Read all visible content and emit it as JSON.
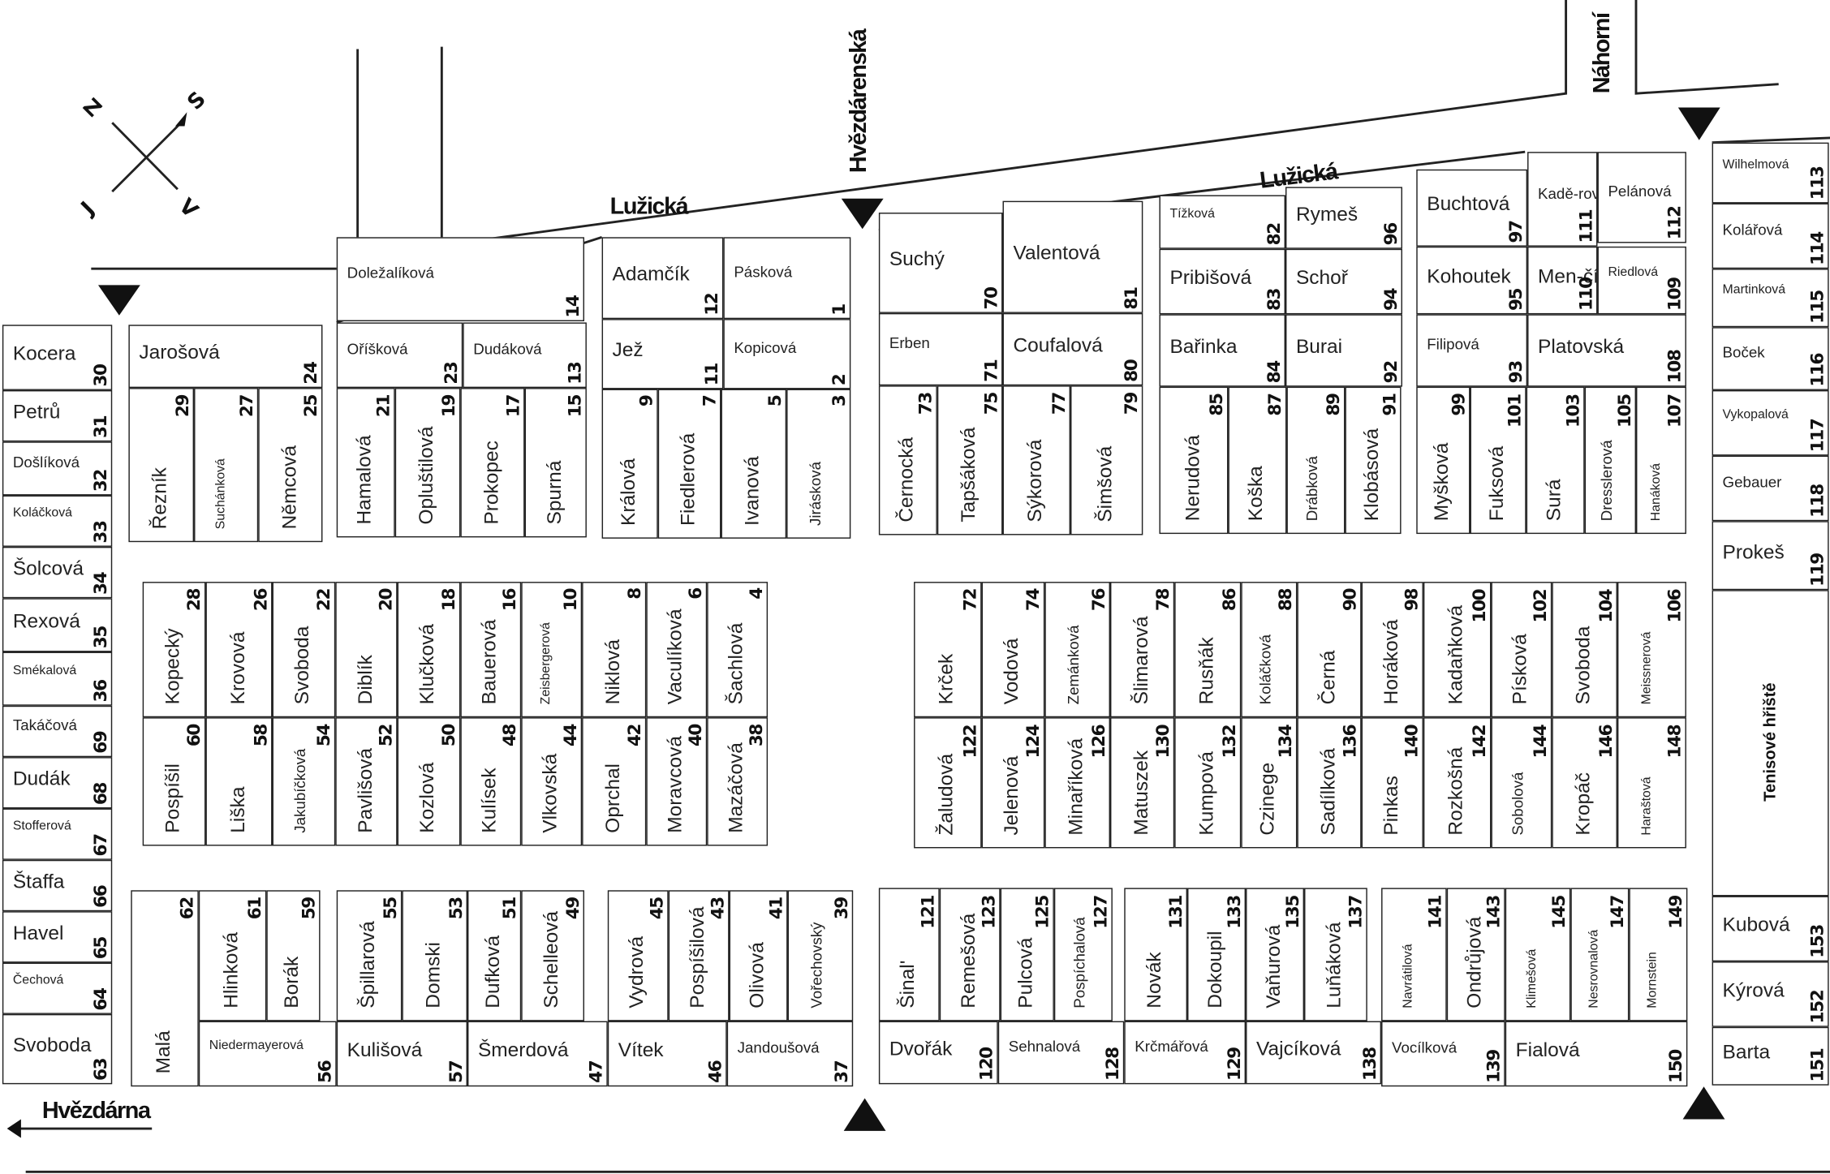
{
  "compass": {
    "n": "Z",
    "s": "J",
    "e": "V",
    "w": "S"
  },
  "streets": {
    "luzicka_left": "Lužická",
    "luzicka_right": "Lužická",
    "hvezdarenska": "Hvězdárenská",
    "nahorni": "Náhorní",
    "hvezdarna": "Hvězdárna"
  },
  "tennis": "Tenisové hřiště",
  "plots": [
    {
      "n": "Kocera",
      "no": "30"
    },
    {
      "n": "Petrů",
      "no": "31"
    },
    {
      "n": "Došlíková",
      "no": "32"
    },
    {
      "n": "Koláčková",
      "no": "33"
    },
    {
      "n": "Šolcová",
      "no": "34"
    },
    {
      "n": "Rexová",
      "no": "35"
    },
    {
      "n": "Smékalová",
      "no": "36"
    },
    {
      "n": "Takáčová",
      "no": "69"
    },
    {
      "n": "Dudák",
      "no": "68"
    },
    {
      "n": "Stofferová",
      "no": "67"
    },
    {
      "n": "Štaffa",
      "no": "66"
    },
    {
      "n": "Havel",
      "no": "65"
    },
    {
      "n": "Čechová",
      "no": "64"
    },
    {
      "n": "Svoboda",
      "no": "63"
    },
    {
      "n": "Jarošová",
      "no": "24"
    },
    {
      "n": "Řezník",
      "no": "29"
    },
    {
      "n": "Suchánková",
      "no": "27"
    },
    {
      "n": "Němcová",
      "no": "25"
    },
    {
      "n": "Doležalíková",
      "no": "14"
    },
    {
      "n": "Oříšková",
      "no": "23"
    },
    {
      "n": "Dudáková",
      "no": "13"
    },
    {
      "n": "Hamalová",
      "no": "21"
    },
    {
      "n": "Opluštilová",
      "no": "19"
    },
    {
      "n": "Prokopec",
      "no": "17"
    },
    {
      "n": "Spurná",
      "no": "15"
    },
    {
      "n": "Adamčík",
      "no": "12"
    },
    {
      "n": "Pásková",
      "no": "1"
    },
    {
      "n": "Jež",
      "no": "11"
    },
    {
      "n": "Kopicová",
      "no": "2"
    },
    {
      "n": "Králová",
      "no": "9"
    },
    {
      "n": "Fiedlerová",
      "no": "7"
    },
    {
      "n": "Ivanová",
      "no": "5"
    },
    {
      "n": "Jirásková",
      "no": "3"
    },
    {
      "n": "Kopecký",
      "no": "28"
    },
    {
      "n": "Krovová",
      "no": "26"
    },
    {
      "n": "Svoboda",
      "no": "22"
    },
    {
      "n": "Diblík",
      "no": "20"
    },
    {
      "n": "Klučková",
      "no": "18"
    },
    {
      "n": "Bauerová",
      "no": "16"
    },
    {
      "n": "Zeisbergerová",
      "no": "10"
    },
    {
      "n": "Niklová",
      "no": "8"
    },
    {
      "n": "Vaculíková",
      "no": "6"
    },
    {
      "n": "Šachlová",
      "no": "4"
    },
    {
      "n": "Pospíšil",
      "no": "60"
    },
    {
      "n": "Liška",
      "no": "58"
    },
    {
      "n": "Jakubíčková",
      "no": "54"
    },
    {
      "n": "Pavlišová",
      "no": "52"
    },
    {
      "n": "Kozlová",
      "no": "50"
    },
    {
      "n": "Kulísek",
      "no": "48"
    },
    {
      "n": "Vlkovská",
      "no": "44"
    },
    {
      "n": "Oprchal",
      "no": "42"
    },
    {
      "n": "Moravcová",
      "no": "40"
    },
    {
      "n": "Mazáčová",
      "no": "38"
    },
    {
      "n": "Malá",
      "no": "62"
    },
    {
      "n": "Hlinková",
      "no": "61"
    },
    {
      "n": "Borák",
      "no": "59"
    },
    {
      "n": "Niedermayerová",
      "no": "56"
    },
    {
      "n": "Špillarová",
      "no": "55"
    },
    {
      "n": "Domski",
      "no": "53"
    },
    {
      "n": "Dufková",
      "no": "51"
    },
    {
      "n": "Schelleová",
      "no": "49"
    },
    {
      "n": "Kulišová",
      "no": "57"
    },
    {
      "n": "Šmerdová",
      "no": "47"
    },
    {
      "n": "Vydrová",
      "no": "45"
    },
    {
      "n": "Pospíšilová",
      "no": "43"
    },
    {
      "n": "Olivová",
      "no": "41"
    },
    {
      "n": "Vořechovský",
      "no": "39"
    },
    {
      "n": "Vítek",
      "no": "46"
    },
    {
      "n": "Jandoušová",
      "no": "37"
    },
    {
      "n": "Suchý",
      "no": "70"
    },
    {
      "n": "Valentová",
      "no": "81"
    },
    {
      "n": "Erben",
      "no": "71"
    },
    {
      "n": "Coufalová",
      "no": "80"
    },
    {
      "n": "Černocká",
      "no": "73"
    },
    {
      "n": "Tapšáková",
      "no": "75"
    },
    {
      "n": "Sýkorová",
      "no": "77"
    },
    {
      "n": "Šimšová",
      "no": "79"
    },
    {
      "n": "Tížková",
      "no": "82"
    },
    {
      "n": "Rymeš",
      "no": "96"
    },
    {
      "n": "Pribišová",
      "no": "83"
    },
    {
      "n": "Schoř",
      "no": "94"
    },
    {
      "n": "Bařinka",
      "no": "84"
    },
    {
      "n": "Burai",
      "no": "92"
    },
    {
      "n": "Nerudová",
      "no": "85"
    },
    {
      "n": "Koška",
      "no": "87"
    },
    {
      "n": "Drábková",
      "no": "89"
    },
    {
      "n": "Klobásová",
      "no": "91"
    },
    {
      "n": "Buchtová",
      "no": "97"
    },
    {
      "n": "Kadě-rová",
      "no": "111"
    },
    {
      "n": "Pelánová",
      "no": "112"
    },
    {
      "n": "Kohoutek",
      "no": "95"
    },
    {
      "n": "Men-čík",
      "no": "110"
    },
    {
      "n": "Riedlová",
      "no": "109"
    },
    {
      "n": "Filipová",
      "no": "93"
    },
    {
      "n": "Platovská",
      "no": "108"
    },
    {
      "n": "Myšková",
      "no": "99"
    },
    {
      "n": "Fuksová",
      "no": "101"
    },
    {
      "n": "Surá",
      "no": "103"
    },
    {
      "n": "Dresslerová",
      "no": "105"
    },
    {
      "n": "Hanáková",
      "no": "107"
    },
    {
      "n": "Wilhelmová",
      "no": "113"
    },
    {
      "n": "Kolářová",
      "no": "114"
    },
    {
      "n": "Martinková",
      "no": "115"
    },
    {
      "n": "Boček",
      "no": "116"
    },
    {
      "n": "Vykopalová",
      "no": "117"
    },
    {
      "n": "Gebauer",
      "no": "118"
    },
    {
      "n": "Prokeš",
      "no": "119"
    },
    {
      "n": "Krček",
      "no": "72"
    },
    {
      "n": "Vodová",
      "no": "74"
    },
    {
      "n": "Zemánková",
      "no": "76"
    },
    {
      "n": "Šlimarová",
      "no": "78"
    },
    {
      "n": "Rusňák",
      "no": "86"
    },
    {
      "n": "Koláčková",
      "no": "88"
    },
    {
      "n": "Černá",
      "no": "90"
    },
    {
      "n": "Horáková",
      "no": "98"
    },
    {
      "n": "Kadaňková",
      "no": "100"
    },
    {
      "n": "Písková",
      "no": "102"
    },
    {
      "n": "Svoboda",
      "no": "104"
    },
    {
      "n": "Meissnerová",
      "no": "106"
    },
    {
      "n": "Žaludová",
      "no": "122"
    },
    {
      "n": "Jelenová",
      "no": "124"
    },
    {
      "n": "Minaříková",
      "no": "126"
    },
    {
      "n": "Matuszek",
      "no": "130"
    },
    {
      "n": "Kumpová",
      "no": "132"
    },
    {
      "n": "Czinege",
      "no": "134"
    },
    {
      "n": "Sadílková",
      "no": "136"
    },
    {
      "n": "Pinkas",
      "no": "140"
    },
    {
      "n": "Rozkošná",
      "no": "142"
    },
    {
      "n": "Sobolová",
      "no": "144"
    },
    {
      "n": "Kropáč",
      "no": "146"
    },
    {
      "n": "Haraštová",
      "no": "148"
    },
    {
      "n": "Šinal'",
      "no": "121"
    },
    {
      "n": "Remešová",
      "no": "123"
    },
    {
      "n": "Pulcová",
      "no": "125"
    },
    {
      "n": "Pospíchalová",
      "no": "127"
    },
    {
      "n": "Dvořák",
      "no": "120"
    },
    {
      "n": "Sehnalová",
      "no": "128"
    },
    {
      "n": "Novák",
      "no": "131"
    },
    {
      "n": "Dokoupil",
      "no": "133"
    },
    {
      "n": "Vaňurová",
      "no": "135"
    },
    {
      "n": "Luňáková",
      "no": "137"
    },
    {
      "n": "Krčmářová",
      "no": "129"
    },
    {
      "n": "Vajcíková",
      "no": "138"
    },
    {
      "n": "Navrátilová",
      "no": "141"
    },
    {
      "n": "Ondrůjová",
      "no": "143"
    },
    {
      "n": "Klimešová",
      "no": "145"
    },
    {
      "n": "Nesrovnalová",
      "no": "147"
    },
    {
      "n": "Mornstein",
      "no": "149"
    },
    {
      "n": "Vocílková",
      "no": "139"
    },
    {
      "n": "Fialová",
      "no": "150"
    },
    {
      "n": "Kubová",
      "no": "153"
    },
    {
      "n": "Kýrová",
      "no": "152"
    },
    {
      "n": "Barta",
      "no": "151"
    }
  ]
}
